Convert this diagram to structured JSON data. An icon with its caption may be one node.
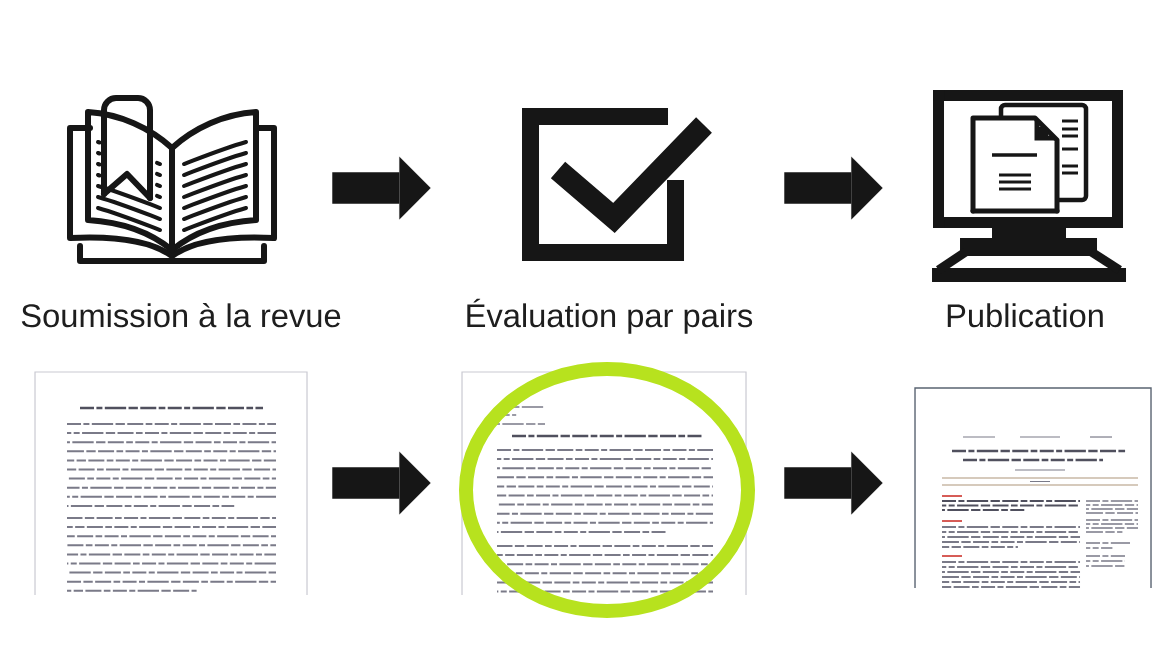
{
  "diagram": {
    "nodes": [
      {
        "text": [
          "Soumission à la revue"
        ]
      },
      {
        "text": [
          "Évaluation par pairs"
        ]
      },
      {
        "text": [
          "Publication"
        ]
      },
      {
        "text": [],
        "shape": "picture"
      },
      {
        "text": [],
        "shape": "picture"
      },
      {
        "text": [],
        "shape": "picture"
      }
    ],
    "edges": [
      {
        "from": 0,
        "to": 1,
        "arrow": "to"
      },
      {
        "from": 1,
        "to": 2,
        "arrow": "to"
      },
      {
        "from": 3,
        "to": 4,
        "arrow": "to"
      },
      {
        "from": 4,
        "to": 5,
        "arrow": "to"
      }
    ]
  }
}
